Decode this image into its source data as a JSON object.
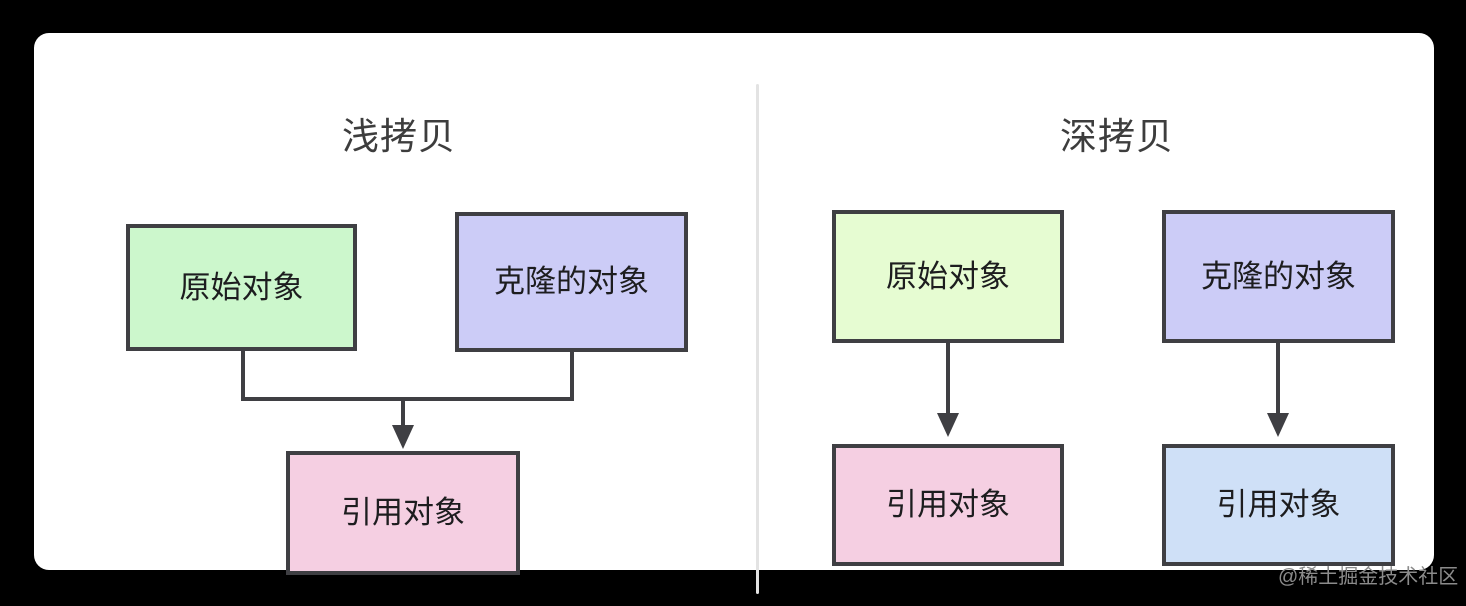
{
  "canvas": {
    "background_color": "#000000",
    "card_background_color": "#ffffff"
  },
  "divider": {
    "color": "#e3e3e3"
  },
  "panels": [
    {
      "id": "shallow-copy",
      "title": "浅拷贝",
      "nodes": [
        {
          "id": "original",
          "label": "原始对象",
          "fill": "#ccf7cc",
          "stroke": "#3f3f43"
        },
        {
          "id": "clone",
          "label": "克隆的对象",
          "fill": "#ccccf7",
          "stroke": "#3f3f43"
        },
        {
          "id": "ref",
          "label": "引用对象",
          "fill": "#f5cfe2",
          "stroke": "#3f3f43"
        }
      ],
      "edges": [
        {
          "from": "original",
          "to": "ref",
          "style": "elbow-merged",
          "arrow": true
        },
        {
          "from": "clone",
          "to": "ref",
          "style": "elbow-merged",
          "arrow": true
        }
      ]
    },
    {
      "id": "deep-copy",
      "title": "深拷贝",
      "nodes": [
        {
          "id": "original",
          "label": "原始对象",
          "fill": "#e6fcd2",
          "stroke": "#3f3f43"
        },
        {
          "id": "clone",
          "label": "克隆的对象",
          "fill": "#ccccf7",
          "stroke": "#3f3f43"
        },
        {
          "id": "ref",
          "label": "引用对象",
          "fill": "#f5cfe2",
          "stroke": "#3f3f43"
        },
        {
          "id": "ref2",
          "label": "引用对象",
          "fill": "#cfe0f7",
          "stroke": "#3f3f43"
        }
      ],
      "edges": [
        {
          "from": "original",
          "to": "ref",
          "style": "straight",
          "arrow": true
        },
        {
          "from": "clone",
          "to": "ref2",
          "style": "straight",
          "arrow": true
        }
      ]
    }
  ],
  "watermark": {
    "text": "@稀土掘金技术社区",
    "color": "#8b8b8b"
  }
}
